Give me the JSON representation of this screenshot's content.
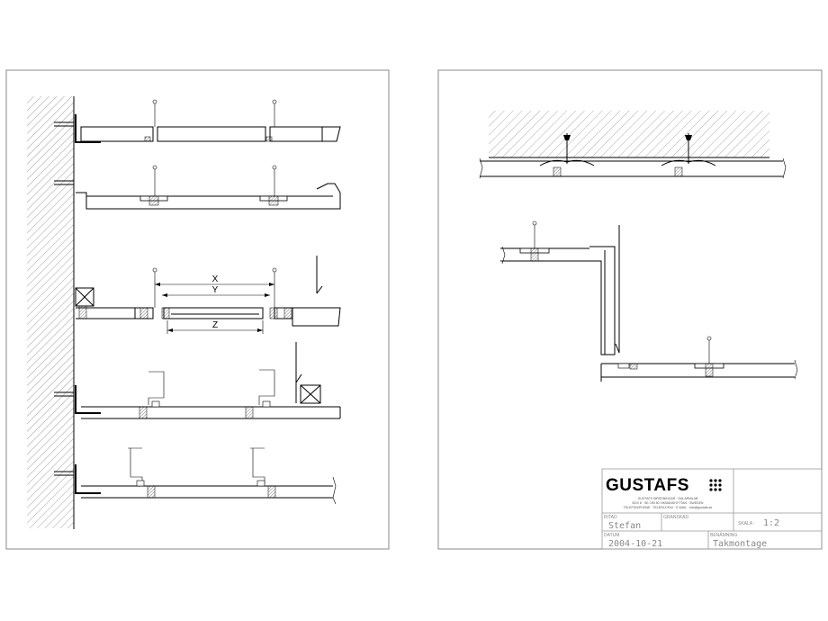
{
  "dimensions": {
    "x": "X",
    "y": "Y",
    "z": "Z"
  },
  "title_block": {
    "company": "GUSTAFS",
    "company_info_1": "GUSTAFS INREDNINGAR · DALARNA AB",
    "company_info_2": "BOX 8 · SE-780 50 VIKMANSHYTTAN · SWEDEN",
    "company_info_3": "TELEFON/PHONE · TELEFAX/FAX · E-MAIL · info@gustafs.se",
    "drawn_by_label": "RITAD",
    "drawn_by": "Stefan",
    "checked_label": "GRANSKAD",
    "checked": "",
    "scale_label": "SKALA :",
    "scale": "1:2",
    "date_label": "DATUM",
    "date": "2004-10-21",
    "name_label": "BENÄMNING",
    "name": "Takmontage"
  },
  "colors": {
    "line": "#000000",
    "frame": "#888888",
    "title_text": "#888888"
  }
}
